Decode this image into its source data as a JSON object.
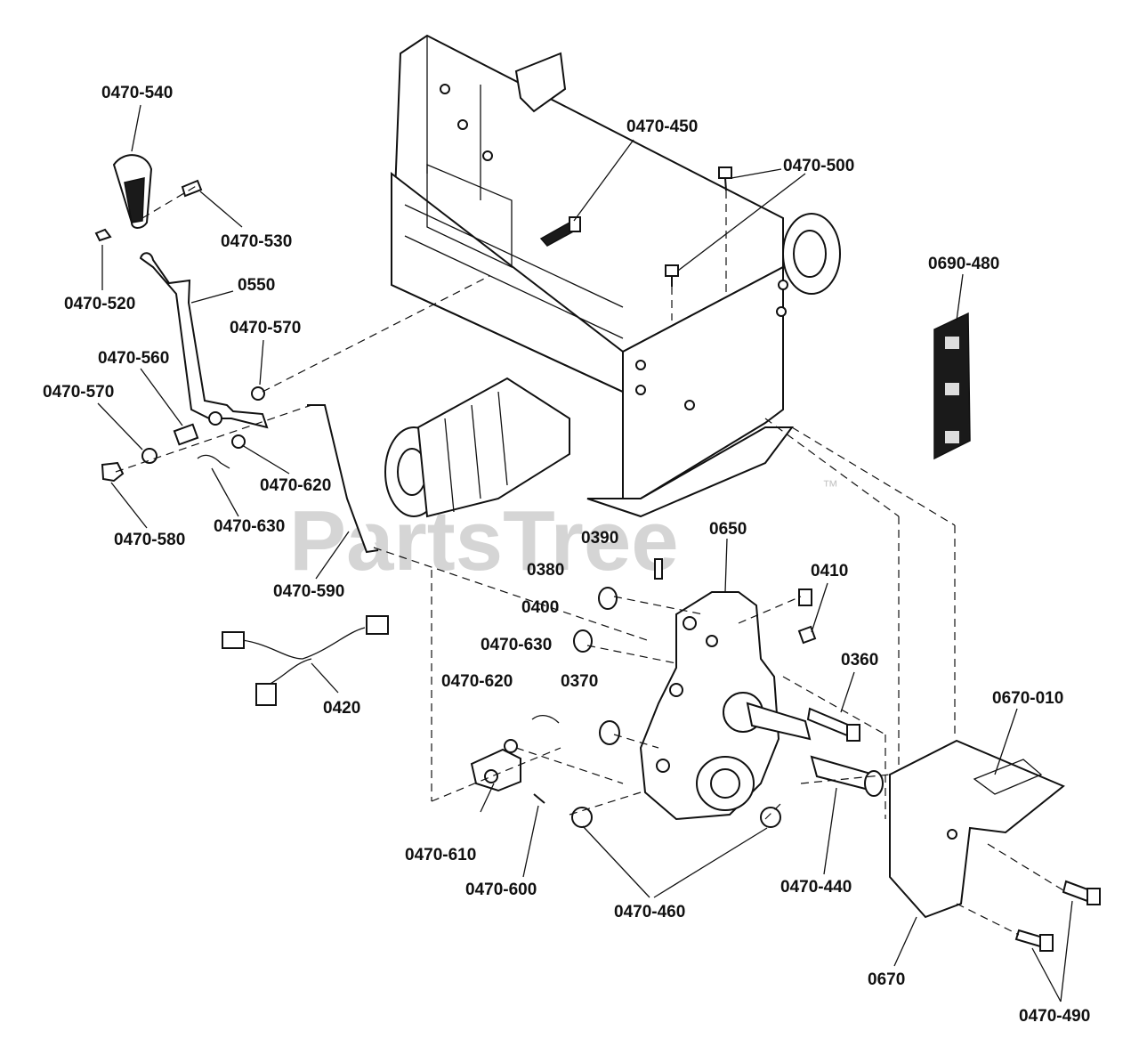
{
  "watermark": {
    "text": "PartsTree",
    "trademark": "™"
  },
  "labels": {
    "l0470_540": "0470-540",
    "l0470_530": "0470-530",
    "l0470_520": "0470-520",
    "l0550": "0550",
    "l0470_570a": "0470-570",
    "l0470_560": "0470-560",
    "l0470_570b": "0470-570",
    "l0470_620a": "0470-620",
    "l0470_580": "0470-580",
    "l0470_630a": "0470-630",
    "l0470_590": "0470-590",
    "l0420": "0420",
    "l0470_450": "0470-450",
    "l0470_500": "0470-500",
    "l0690_480": "0690-480",
    "l0390": "0390",
    "l0650": "0650",
    "l0380": "0380",
    "l0410": "0410",
    "l0400": "0400",
    "l0470_630b": "0470-630",
    "l0360": "0360",
    "l0470_620b": "0470-620",
    "l0370": "0370",
    "l0670_010": "0670-010",
    "l0470_610": "0470-610",
    "l0470_600": "0470-600",
    "l0470_460": "0470-460",
    "l0470_440": "0470-440",
    "l0670": "0670",
    "l0470_490": "0470-490"
  }
}
